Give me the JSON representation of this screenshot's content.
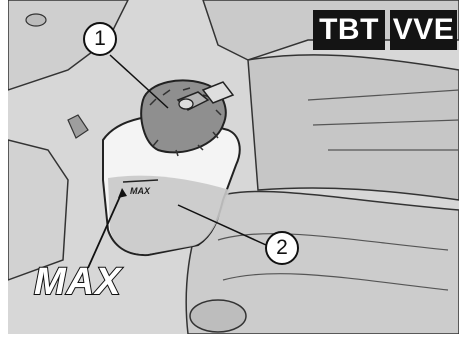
{
  "badges": [
    "TBT",
    "VVE"
  ],
  "callouts": {
    "cap": "1",
    "reservoir": "2"
  },
  "labels": {
    "max_callout": "MAX",
    "reservoir_mark": "MAX"
  }
}
